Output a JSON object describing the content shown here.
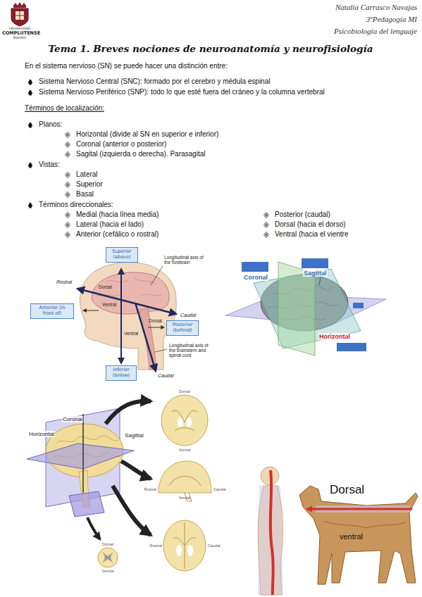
{
  "diagram": {
    "title": "Tema 1. Breves nociones de neuroanatomía y neurofisiología",
    "nodes": [
      {
        "text": [
          "Superior (above)"
        ]
      },
      {
        "text": [
          "Anterior (in front of)"
        ]
      },
      {
        "text": [
          "Posterior (behind)"
        ]
      },
      {
        "text": [
          "Inferior (below)"
        ]
      }
    ],
    "labels": [
      "UNIVERSIDAD",
      "COMPLUTENSE",
      "MADRID",
      "Natalia Carrasco Navajas",
      "3ºPedagogía MI",
      "Psicobiología del lenguaje",
      "En el sistema nervioso (SN) se puede hacer una distinción entre:",
      "Sistema Nervioso Central (SNC): formado por el cerebro y médula espinal",
      "Sistema Nervioso Periférico (SNP): todo lo que esté fuera del cráneo y la columna vertebral",
      "Términos de localización:",
      "Planos:",
      "Horizontal (divide al SN en superior e inferior)",
      "Coronal (anterior o posterior)",
      "Sagital (izquierda o derecha). Parasagital",
      "Vistas:",
      "Lateral",
      "Superior",
      "Basal",
      "Términos direccionales:",
      "Medial (hacia línea media)",
      "Lateral (hacia el lado)",
      "Anterior (cefálico o rostral)",
      "Posterior (caudal)",
      "Dorsal (hacia el dorso)",
      "Ventral (hacia el vientre",
      "Longitudinal axis of the forebrain",
      "Rostral",
      "Dorsal",
      "Ventral",
      "Caudal",
      "Dorsal",
      "Ventral",
      "Longitudinal axis of the brainstem and spinal cord",
      "Caudal",
      "Coronal",
      "Sagittal",
      "Horizontal",
      "Coronal",
      "Horizontal",
      "Sagittal",
      "Dorsal",
      "Ventral",
      "Rostral",
      "Caudal",
      "Ventral",
      "Rostral",
      "Caudal",
      "Dorsal",
      "Ventral",
      "Dorsal",
      "ventral"
    ]
  }
}
